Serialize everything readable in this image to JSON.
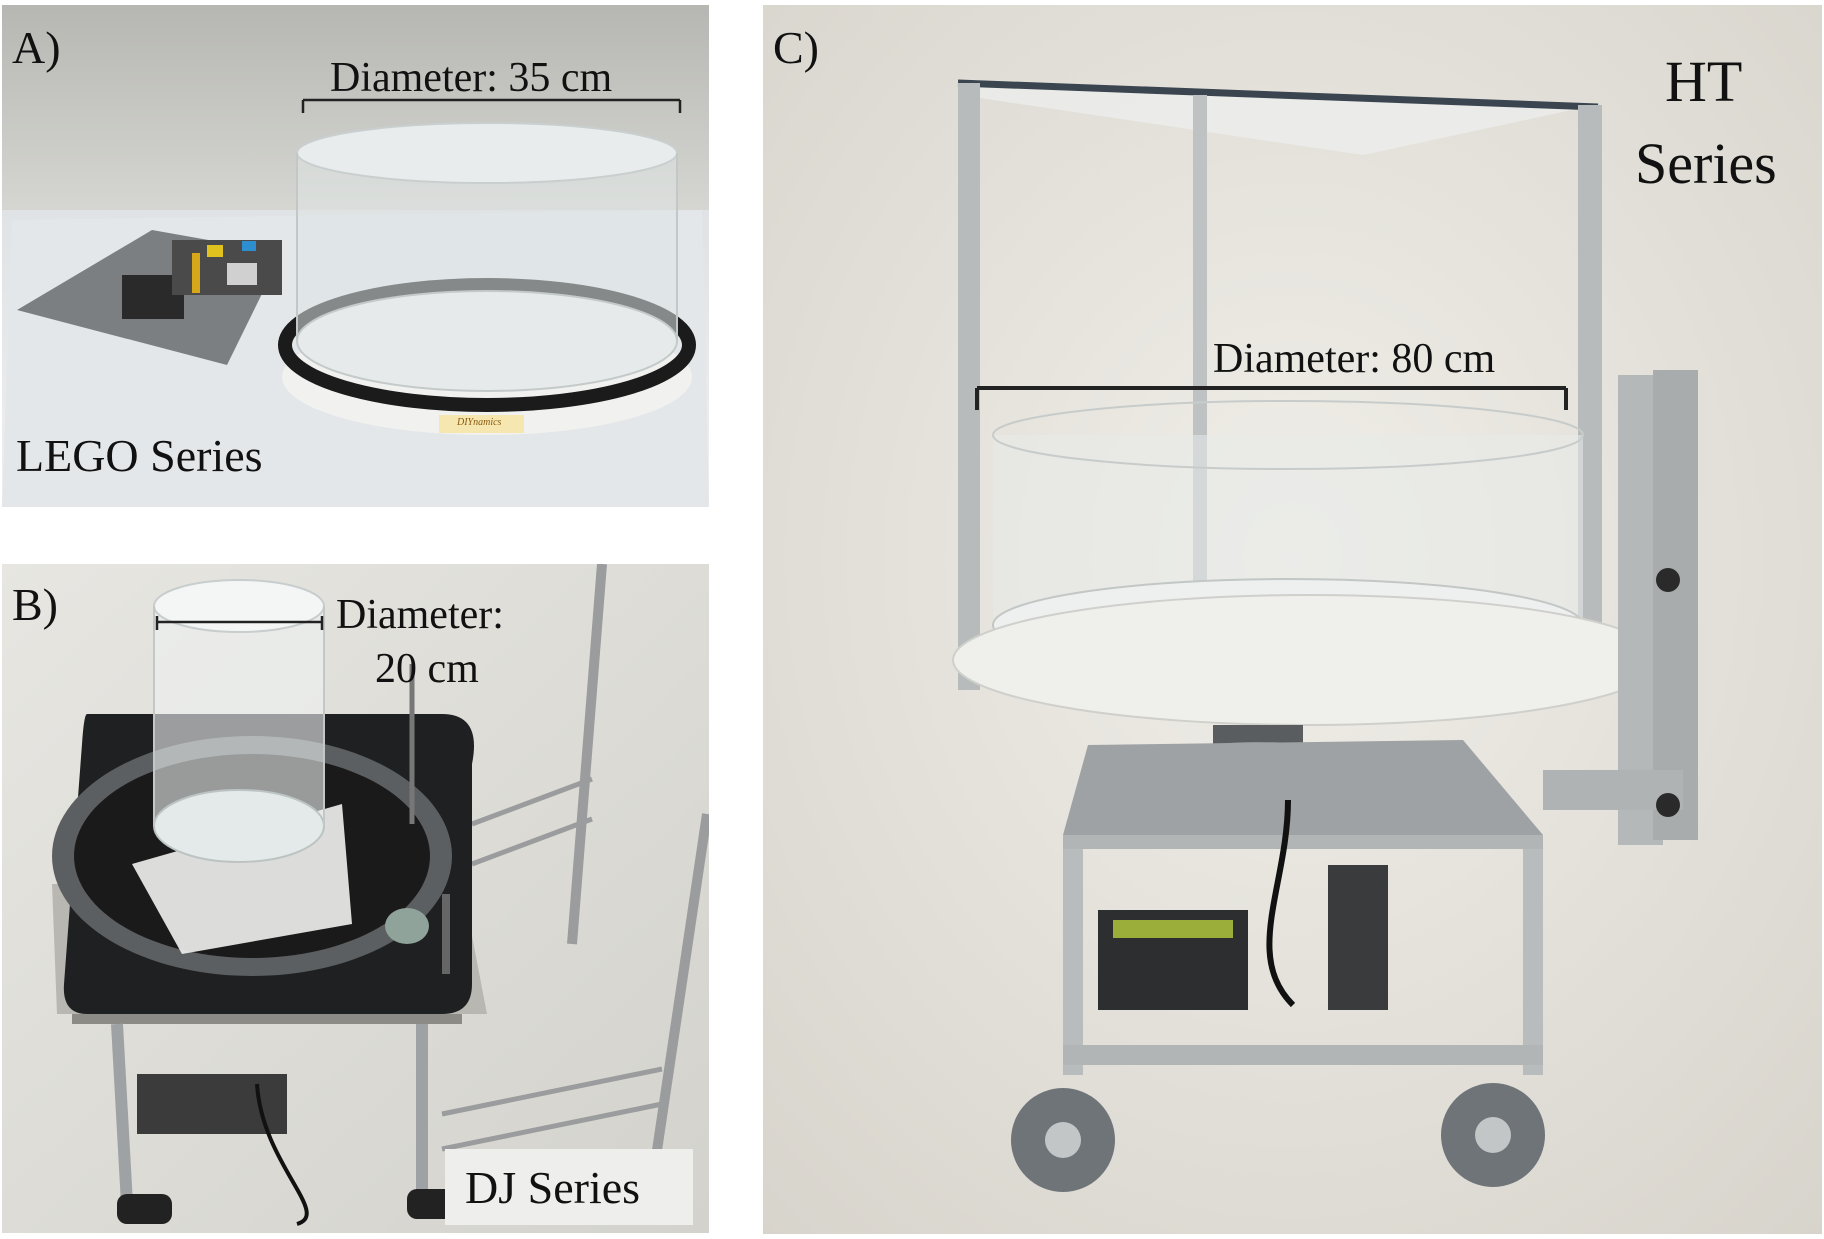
{
  "panels": {
    "a": {
      "letter": "A)",
      "diameter": "Diameter: 35 cm",
      "series": "LEGO Series",
      "brand": "DIYnamics"
    },
    "b": {
      "letter": "B)",
      "diameter_line1": "Diameter:",
      "diameter_line2": "20 cm",
      "series": "DJ Series"
    },
    "c": {
      "letter": "C)",
      "series_line1": "HT",
      "series_line2": "Series",
      "diameter": "Diameter: 80 cm"
    }
  },
  "colors": {
    "background_wall": "#e9e7e0",
    "acrylic": "#dfe6e6",
    "black_ring": "#1b1b1b",
    "aluminum": "#b9bcbd",
    "label_text": "#111111"
  }
}
